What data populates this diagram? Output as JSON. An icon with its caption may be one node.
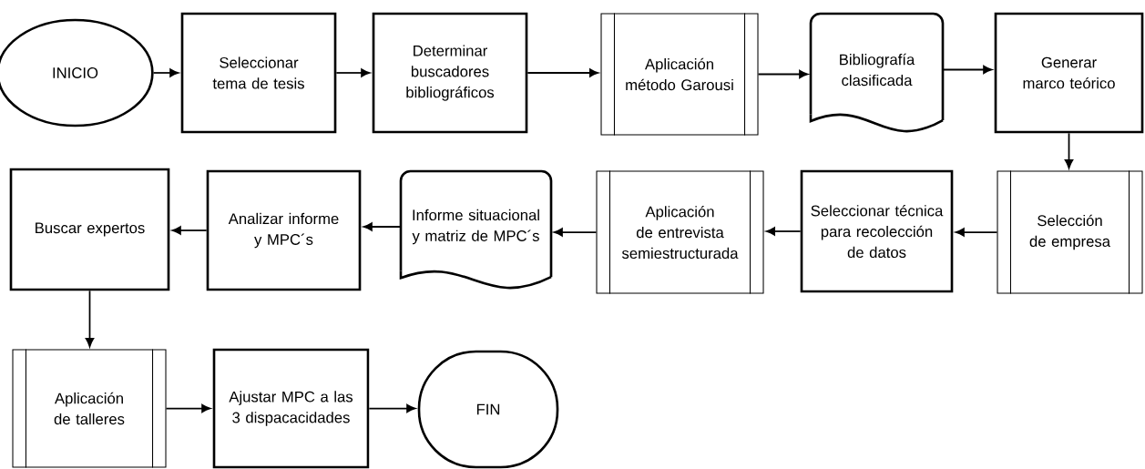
{
  "diagram": {
    "nodes": [
      {
        "text": [
          "INICIO"
        ]
      },
      {
        "text": [
          "Seleccionar tema de tesis"
        ]
      },
      {
        "text": [
          "Determinar buscadores bibliográficos"
        ]
      },
      {
        "text": [
          "Aplicación método Garousi"
        ]
      },
      {
        "text": [
          "Bibliografía clasificada"
        ]
      },
      {
        "text": [
          "Generar marco teórico"
        ]
      },
      {
        "text": [
          "Selección de empresa"
        ]
      },
      {
        "text": [
          "Seleccionar técnica para recolección de datos"
        ]
      },
      {
        "text": [
          "Aplicación de entrevista semiestructurada"
        ]
      },
      {
        "text": [
          "Informe situacional y matriz de MPC´s"
        ]
      },
      {
        "text": [
          "Analizar informe y MPC´s"
        ]
      },
      {
        "text": [
          "Buscar expertos"
        ]
      },
      {
        "text": [
          "Aplicación de talleres"
        ]
      },
      {
        "text": [
          "Ajustar MPC a las 3 dispacacidades"
        ]
      },
      {
        "text": [
          "FIN"
        ]
      }
    ],
    "edges": [
      {
        "from": 0,
        "to": 1,
        "arrow": "to"
      },
      {
        "from": 1,
        "to": 2,
        "arrow": "to"
      },
      {
        "from": 2,
        "to": 3,
        "arrow": "to"
      },
      {
        "from": 3,
        "to": 4,
        "arrow": "to"
      },
      {
        "from": 4,
        "to": 5,
        "arrow": "to"
      },
      {
        "from": 5,
        "to": 6,
        "arrow": "to"
      },
      {
        "from": 6,
        "to": 7,
        "arrow": "to"
      },
      {
        "from": 7,
        "to": 8,
        "arrow": "to"
      },
      {
        "from": 8,
        "to": 9,
        "arrow": "to"
      },
      {
        "from": 9,
        "to": 10,
        "arrow": "to"
      },
      {
        "from": 10,
        "to": 11,
        "arrow": "to"
      },
      {
        "from": 11,
        "to": 12,
        "arrow": "to"
      },
      {
        "from": 12,
        "to": 13,
        "arrow": "to"
      },
      {
        "from": 13,
        "to": 14,
        "arrow": "to"
      }
    ]
  }
}
